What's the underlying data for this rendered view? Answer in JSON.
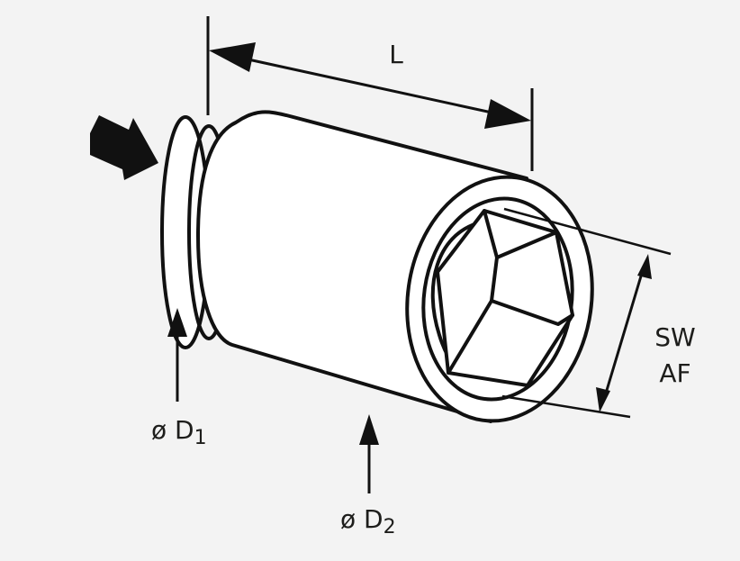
{
  "diagram": {
    "length_label": "L",
    "sw_label": "SW",
    "af_label": "AF",
    "d1_prefix": "ø D",
    "d1_sub": "1",
    "d2_prefix": "ø D",
    "d2_sub": "2"
  },
  "colors": {
    "background": "#f3f3f3",
    "ink": "#111111",
    "fill": "#ffffff"
  }
}
